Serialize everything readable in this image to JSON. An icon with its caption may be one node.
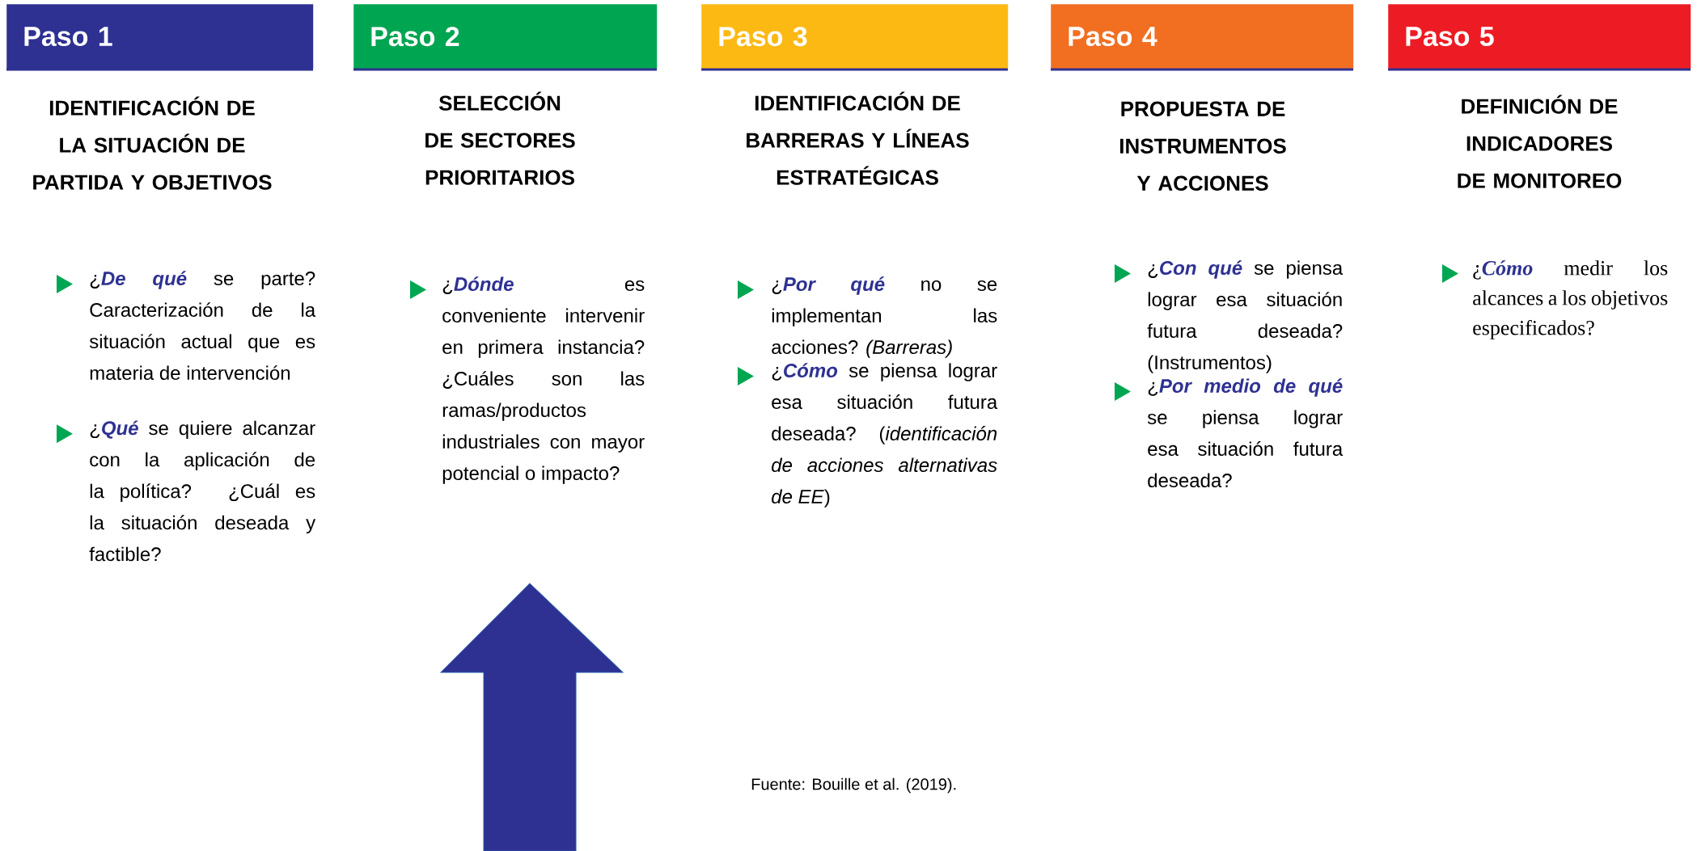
{
  "diagram": {
    "caption": "Fuente: Bouille et al. (2019).",
    "nodes": [
      {
        "text": [
          "Paso 1",
          "IDENTIFICACIÓN DE LA SITUACIÓN DE PARTIDA Y OBJETIVOS"
        ]
      },
      {
        "text": [
          "Paso 2",
          "SELECCIÓN DE SECTORES PRIORITARIOS"
        ]
      },
      {
        "text": [
          "Paso 3",
          "IDENTIFICACIÓN DE BARRERAS Y LÍNEAS ESTRATÉGICAS"
        ]
      },
      {
        "text": [
          "Paso 4",
          "PROPUESTA DE INSTRUMENTOS Y ACCIONES"
        ]
      },
      {
        "text": [
          "Paso 5",
          "DEFINICIÓN DE INDICADORES DE MONITOREO"
        ]
      }
    ],
    "labels": [
      "¿**De qué** se parte? Caracterización de la situación actual que es materia de intervención",
      "¿**Qué** se quiere alcanzar con la aplicación de la política? ¿Cuál es la situación deseada y factible?",
      "¿**Dónde** es conveniente intervenir en primera instancia? ¿Cuáles son las ramas/productos industriales con mayor potencial o impacto?",
      "¿**Por qué** no se implementan las acciones? *(Barreras)*",
      "¿**Cómo** se piensa lograr esa situación futura deseada? (*identificación de acciones alternativas de EE*)",
      "¿**Con qué** se piensa lograr esa situación futura deseada? (Instrumentos)",
      "¿**Por medio de qué** se piensa lograr esa situación futura deseada?",
      "¿**Cómo** medir los alcances a los objetivos especificados?"
    ]
  }
}
